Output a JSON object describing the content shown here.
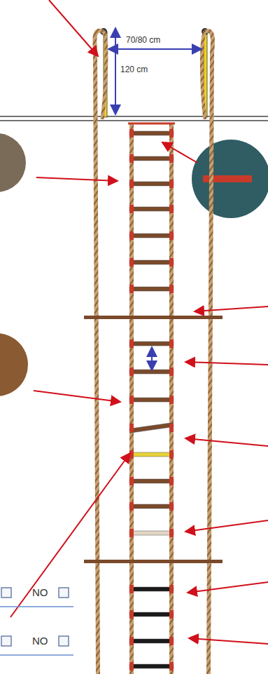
{
  "diagram": {
    "labels": [
      "70/80 cm",
      "120 cm",
      "NO",
      "NO"
    ]
  }
}
